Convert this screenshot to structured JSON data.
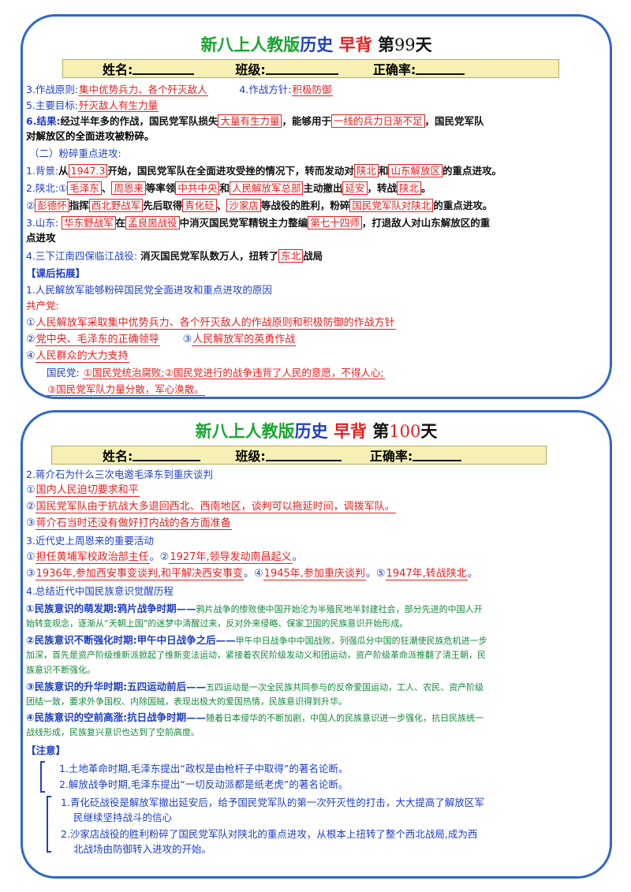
{
  "card1": {
    "title": {
      "a": "新八上人教版",
      "b": "历史",
      "c": "早背",
      "d": "第",
      "num": "99",
      "e": "天"
    },
    "namebar": {
      "name": "姓名:",
      "class": "班级:",
      "rate": "正确率:"
    },
    "l1": {
      "a": "3.作战原则:",
      "b": "集中优势兵力、各个歼灭敌人",
      "c": "4.作战方针:",
      "d": "积极防御"
    },
    "l2": {
      "a": "5.主要目标:",
      "b": "歼灭敌人有生力量"
    },
    "l3": {
      "a": "6.结果:",
      "b": "经过半年多的作战，国民党军队损失",
      "c": "大量有生力量",
      "d": "，能够用于",
      "e": "一线的兵力日渐不足",
      "f": "，国民党军队"
    },
    "l4": "对解放区的全面进攻被粉碎。",
    "l5": "（二）粉碎重点进攻:",
    "l6": {
      "a": "1.背景:",
      "b": "从",
      "c": "1947.3",
      "d": "开始，国民党军队在全面进攻受挫的情况下，转而发动对",
      "e": "陕北",
      "f": "和",
      "g": "山东解放区",
      "h": "的重点进攻。"
    },
    "l7": {
      "a": "2.陕北:",
      "b": "①",
      "c": "毛泽东",
      "d": "、",
      "e": "周恩来",
      "f": "等率领",
      "g": "中共中央",
      "h": "和",
      "i": "人民解放军总部",
      "j": "主动撤出",
      "k": "延安",
      "l": "，转战",
      "m": "陕北",
      "n": "。"
    },
    "l8": {
      "a": "②",
      "b": "彭德怀",
      "c": "指挥",
      "d": "西北野战军",
      "e": "先后取得",
      "f": "青化砭",
      "g": "、",
      "h": "沙家店",
      "i": "等战役的胜利，粉碎",
      "j": "国民党军队对陕北",
      "k": "的重点进攻。"
    },
    "l9": {
      "a": "3.山东:",
      "b": "华东野战军",
      "c": "在",
      "d": "孟良崮战役",
      "e": "中消灭国民党军精锐主力整编",
      "f": "第七十四师",
      "g": "，打退敌人对山东解放区的重"
    },
    "l10": "点进攻",
    "l11": {
      "a": "4.三下江南四保临江战役:",
      "b": "消灭国民党军队数万人，扭转了",
      "c": "东北",
      "d": "战局"
    },
    "l12": "【课后拓展】",
    "l13": "1.人民解放军能够粉碎国民党全面进攻和重点进攻的原因",
    "l14": "共产党:",
    "l15": {
      "a": "①",
      "b": "人民解放军采取集中优势兵力、各个歼灭敌人的作战原则和积极防御的作战方针"
    },
    "l16": {
      "a": "②",
      "b": "党中央、毛泽东的正确领导",
      "c": "③",
      "d": "人民解放军的英勇作战"
    },
    "l17": {
      "a": "④",
      "b": "人民群众的大力支持"
    },
    "l18": {
      "a": "国民党:",
      "b": "①国民党统治腐败;②国民党进行的战争违背了人民的意愿，不得人心;"
    },
    "l19": {
      "b": "③国民党军队力量分散，军心涣散。"
    }
  },
  "card2": {
    "title": {
      "a": "新八上人教版",
      "b": "历史",
      "c": "早背",
      "d": "第",
      "num": "100",
      "e": "天"
    },
    "namebar": {
      "name": "姓名:",
      "class": "班级:",
      "rate": "正确率:"
    },
    "l1": "2.蒋介石为什么三次电邀毛泽东到重庆谈判",
    "l2": {
      "a": "①",
      "b": "国内人民迫切要求和平"
    },
    "l3": {
      "a": "②",
      "b": "国民党军队由于抗战大多退回西北、西南地区，谈判可以拖延时间，调拨军队。"
    },
    "l4": {
      "a": "③",
      "b": "蒋介石当时还没有做好打内战的各方面准备"
    },
    "l5": "3.近代史上周恩来的重要活动",
    "l6": {
      "a": "①",
      "b": "担任黄埔军校政治部主任",
      "c": "。②",
      "d": "1927年,领导发动南昌起义",
      "e": "。"
    },
    "l7": {
      "a": "③",
      "b": "1936年,参加西安事变谈判,和平解决西安事变",
      "c": "。④",
      "d": "1945年,参加重庆谈判",
      "e": "。⑤",
      "f": "1947年,转战陕北",
      "g": "。"
    },
    "l8": "4.总结近代中国民族意识觉醒历程",
    "l9": {
      "a": "①民族意识的萌发期:",
      "b": "鸦片战争时期——",
      "c": "鸦片战争的惨败使中国开始沦为半殖民地半封建社会，部分先进的中国人开"
    },
    "l10": "始转变观念，逐渐从“天朝上国”的迷梦中清醒过来，反对外来侵略、保家卫国的民族意识开始形成。",
    "l11": {
      "a": "②民族意识不断强化时期:",
      "b": "甲午中日战争之后——",
      "c": "甲午中日战争中中国战败，列强瓜分中国的狂潮使民族危机进一步"
    },
    "l12": "加深，首先是资产阶级维新派掀起了维新变法运动，紧接着农民阶级发动义和团运动，资产阶级革命派推翻了清王朝，民",
    "l13": "族意识不断强化。",
    "l14": {
      "a": "③民族意识的升华时期:",
      "b": "五四运动前后——",
      "c": "五四运动是一次全民族共同参与的反帝爱国运动，工人、农民、资产阶级"
    },
    "l15": "团结一致，要求外争国权、内除国贼，表现出极大的爱国热情，民族意识得到升华。",
    "l16": {
      "a": "④民族意识的空前高涨:",
      "b": "抗日战争时期——",
      "c": "随着日本侵华的不断加剧，中国人的民族意识进一步强化，抗日民族统一"
    },
    "l17": "战线形成，民族复兴意识也达到了空前高度。",
    "l18": "【注意】",
    "l19": "1.土地革命时期,毛泽东提出“政权是由枪杆子中取得”的著名论断。",
    "l20": "2.解放战争时期,毛泽东提出“一切反动派都是纸老虎”的著名论断。",
    "l21": "1.青化砭战役是解放军撤出延安后，给予国民党军队的第一次歼灭性的打击，大大提高了解放区军",
    "l22": "民继续坚持战斗的信心",
    "l23": "2.沙家店战役的胜利粉碎了国民党军队对陕北的重点进攻，从根本上扭转了整个西北战局,成为西",
    "l24": "北战场由防御转入进攻的开始。"
  },
  "colors": {
    "border": "#2e67c9",
    "blue": "#1f3fc4",
    "red": "#e81e1e",
    "green": "#138a3a",
    "title_green": "#18a52f",
    "namebar": "#f6f0b4"
  }
}
